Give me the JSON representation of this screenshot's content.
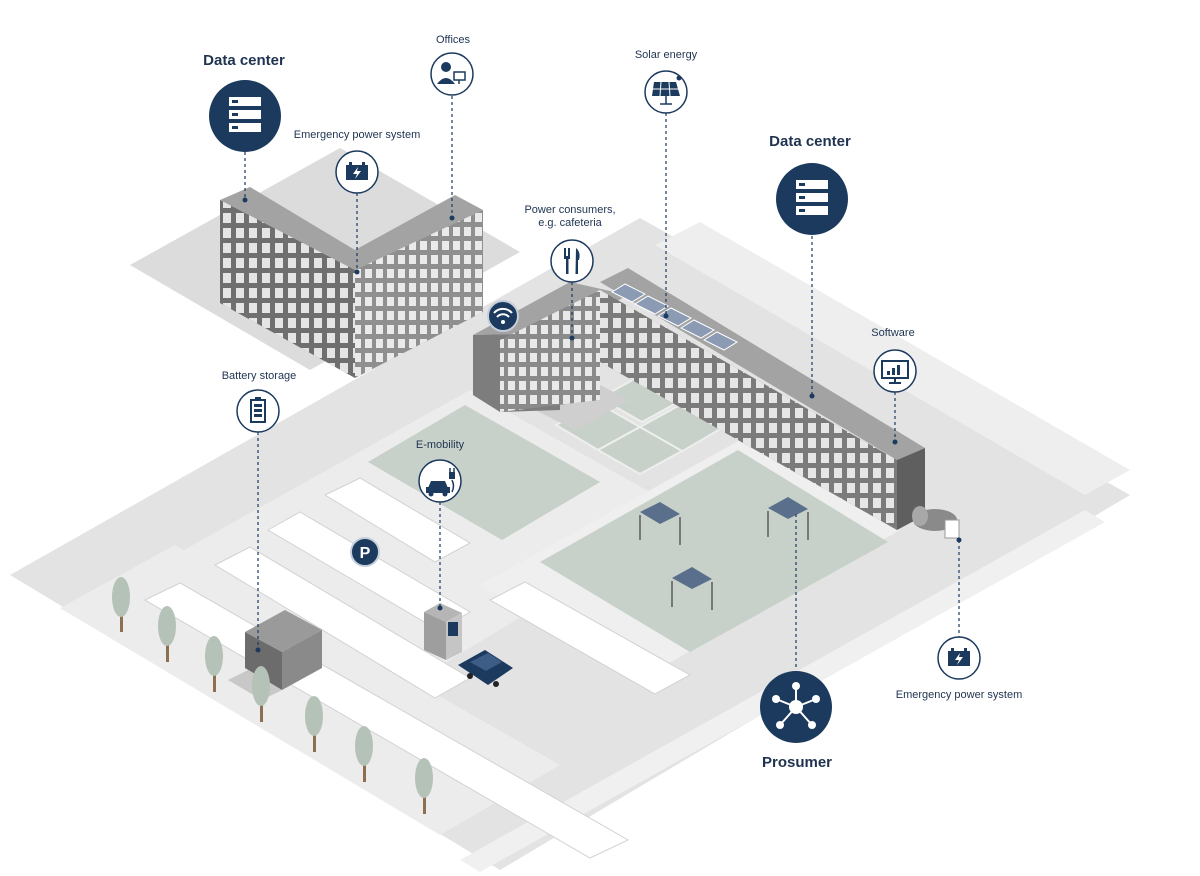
{
  "colors": {
    "navy": "#1c3a5e",
    "ground": "#e3e3e3",
    "ground_dark": "#d6d6d6",
    "green": "#c7d1c9",
    "building_top": "#a3a3a3",
    "building_left": "#6f6f6f",
    "building_right": "#8f8f8f",
    "tree": "#b5c2b7"
  },
  "labels": {
    "data_center_left": "Data center",
    "offices": "Offices",
    "emergency_top": "Emergency power system",
    "solar": "Solar energy",
    "data_center_right": "Data center",
    "cafeteria_line1": "Power consumers,",
    "cafeteria_line2": "e.g. cafeteria",
    "software": "Software",
    "battery": "Battery storage",
    "emobility": "E-mobility",
    "emergency_bottom": "Emergency power system",
    "prosumer": "Prosumer"
  },
  "icons": {
    "data_center_left": "server-rack-icon",
    "offices": "office-worker-icon",
    "emergency_top": "battery-charge-icon",
    "solar": "solar-panel-icon",
    "data_center_right": "server-rack-icon",
    "cafeteria": "fork-knife-icon",
    "software": "monitor-chart-icon",
    "battery": "battery-icon",
    "emobility": "ev-charging-icon",
    "emergency_bottom": "battery-charge-icon",
    "prosumer": "network-hub-icon",
    "wifi": "wifi-icon",
    "parking": "parking-icon"
  },
  "parking_letter": "P"
}
